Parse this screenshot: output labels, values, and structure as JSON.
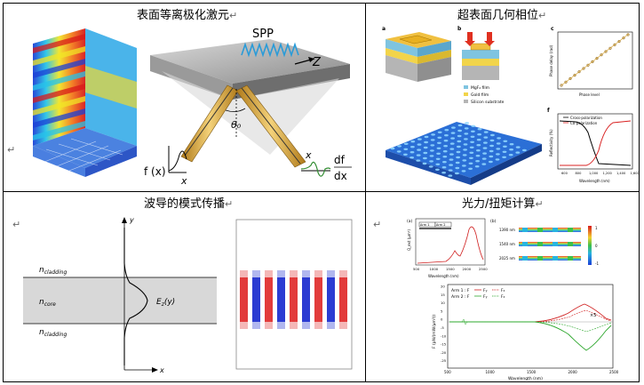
{
  "cells": [
    {
      "caption": "表面等离极化激元",
      "ret": "↵"
    },
    {
      "caption": "超表面几何相位",
      "ret": "↵"
    },
    {
      "caption": "波导的模式传播",
      "ret": "↵"
    },
    {
      "caption": "光力/扭矩计算",
      "ret": "↵"
    }
  ],
  "spp": {
    "title": "SPP",
    "z_label": "Z",
    "theta_label": "θ₀",
    "fx_label": "f (x)",
    "x_label": "x",
    "x2_label": "x",
    "df_label": "df",
    "dx_label": "dx"
  },
  "meta": {
    "panel_a": "a",
    "panel_b": "b",
    "panel_c": "c",
    "panel_f": "f",
    "legend_mgf": "MgF₂ film",
    "legend_gold": "Gold film",
    "legend_si": "Silicon substrate",
    "phase_xlabel": "Phase level",
    "phase_ylabel": "Phase delay (rad)",
    "refl_xlabel": "Wavelength (nm)",
    "refl_ylabel": "Reflectivity (%)",
    "refl_legend": [
      "Cross-polarization",
      "Co-polarization"
    ],
    "refl_ticks": [
      "600",
      "800",
      "1,000",
      "1,200",
      "1,400",
      "1,600"
    ]
  },
  "waveguide": {
    "y_label": "y",
    "x_label": "x",
    "clad_top": "n",
    "clad_top_sub": "cladding",
    "core": "n",
    "core_sub": "core",
    "clad_bot": "n",
    "clad_bot_sub": "cladding",
    "field_label": "E",
    "field_sub": "z",
    "field_arg": "(y)"
  },
  "force": {
    "panel_a": "(a)",
    "panel_b": "(b)",
    "arm1": "Arm 1",
    "arm2": "Arm 2",
    "top_ylabel": "Q_ext (μm²)",
    "top_xlabel": "Wavelength (nm)",
    "top_xticks": [
      "500",
      "1000",
      "1500",
      "2000",
      "2500"
    ],
    "wl_labels": [
      "1390 nm",
      "1540 nm",
      "2025 nm"
    ],
    "cbar_ticks": [
      "1",
      "0",
      "-1"
    ],
    "bottom_ylabel": "F (pN/(mW/μm²))",
    "bottom_xlabel": "Wavelength (nm)",
    "bottom_xticks": [
      "500",
      "1000",
      "1500",
      "2000",
      "2500"
    ],
    "bottom_yticks": [
      "20",
      "15",
      "10",
      "5",
      "0",
      "-5",
      "-10",
      "-15",
      "-20",
      "-25"
    ],
    "legend_rows": [
      "Arm 1 : F",
      "Arm 2 : F"
    ],
    "legend_subs": [
      "x",
      "y",
      "z"
    ],
    "annot": "×5"
  }
}
